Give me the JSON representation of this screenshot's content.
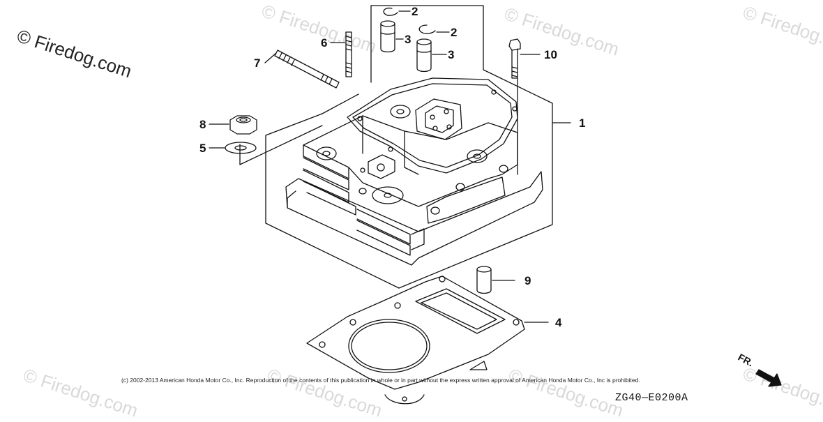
{
  "watermark": {
    "main": "© Firedog.com",
    "faded": "© Firedog.com"
  },
  "callouts": {
    "c1": "1",
    "c2a": "2",
    "c2b": "2",
    "c3a": "3",
    "c3b": "3",
    "c4": "4",
    "c5": "5",
    "c6": "6",
    "c7": "7",
    "c8": "8",
    "c9": "9",
    "c10": "10"
  },
  "copyright": "(c) 2002-2013 American Honda Motor Co., Inc. Reproduction of the contents of this publication in whole or in part without the express written approval of American Honda Motor Co., Inc is prohibited.",
  "diagram_code": "ZG40—E0200A",
  "front_marker": "FR.",
  "colors": {
    "line": "#111111",
    "watermark": "#d9d9d9",
    "background": "#ffffff"
  }
}
